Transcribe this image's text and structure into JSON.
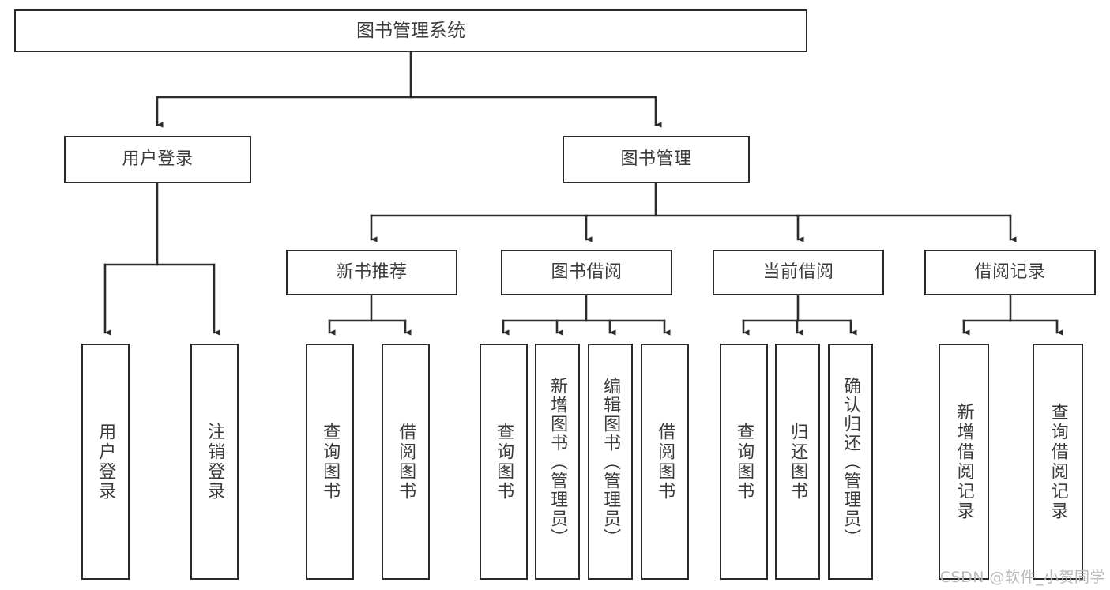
{
  "diagram": {
    "title": "图书管理系统",
    "type": "tree-hierarchy-chart",
    "watermark": "CSDN @软件_小贺同学",
    "stroke_color": "#2b2b2b",
    "text_color": "#3b3b3b",
    "background_color": "#ffffff"
  },
  "nodes": {
    "root": {
      "label": "图书管理系统"
    },
    "level2": [
      {
        "label": "用户登录"
      },
      {
        "label": "图书管理"
      }
    ],
    "level3": [
      {
        "label": "新书推荐"
      },
      {
        "label": "图书借阅"
      },
      {
        "label": "当前借阅"
      },
      {
        "label": "借阅记录"
      }
    ],
    "leaves": {
      "user_login": [
        {
          "label": "用户登录"
        },
        {
          "label": "注销登录"
        }
      ],
      "new_book": [
        {
          "label": "查询图书"
        },
        {
          "label": "借阅图书"
        }
      ],
      "book_borrow": [
        {
          "label": "查询图书"
        },
        {
          "label": "新增图书（管理员）"
        },
        {
          "label": "编辑图书（管理员）"
        },
        {
          "label": "借阅图书"
        }
      ],
      "current_borrow": [
        {
          "label": "查询图书"
        },
        {
          "label": "归还图书"
        },
        {
          "label": "确认归还（管理员）"
        }
      ],
      "borrow_record": [
        {
          "label": "新增借阅记录"
        },
        {
          "label": "查询借阅记录"
        }
      ]
    }
  }
}
